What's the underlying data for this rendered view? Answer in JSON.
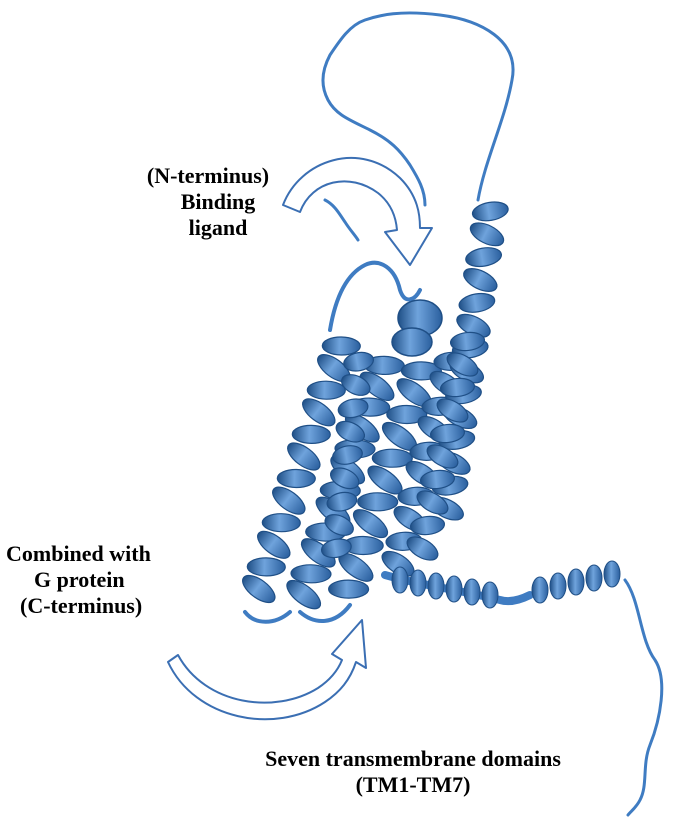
{
  "labels": {
    "n_terminus": {
      "line1": "(N-terminus)",
      "line2": "Binding",
      "line3": "ligand"
    },
    "c_terminus": {
      "line1": "Combined with",
      "line2": "G protein",
      "line3": "(C-terminus)"
    },
    "tm": {
      "line1": "Seven transmembrane domains",
      "line2": "(TM1-TM7)"
    }
  },
  "colors": {
    "helix": "#3b78bf",
    "helix_dark": "#1f4f86",
    "helix_light": "#6fa3dc",
    "loop": "#3f7cc2",
    "arrow_stroke": "#3b6fb3",
    "arrow_fill": "#ffffff"
  }
}
